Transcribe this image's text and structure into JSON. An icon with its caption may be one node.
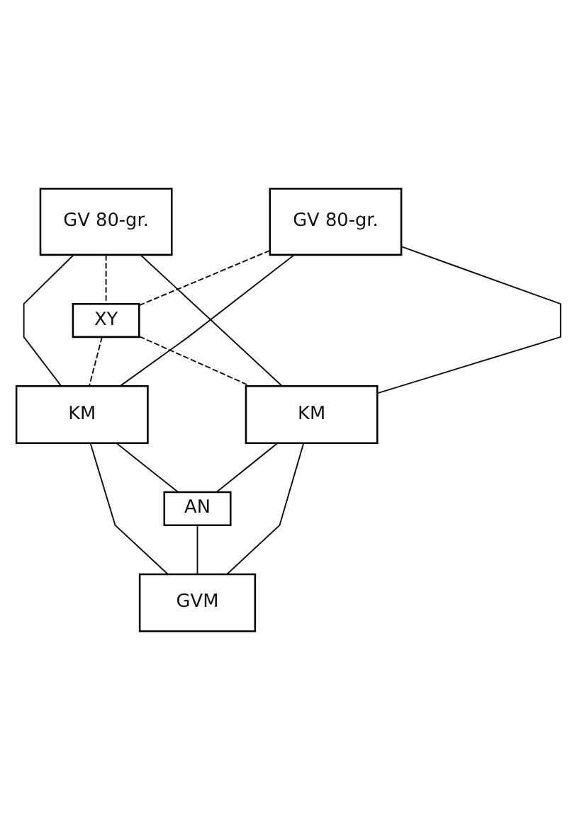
{
  "diagram": {
    "nodes": [
      {
        "text": [
          "GV 80-gr."
        ]
      },
      {
        "text": [
          "GV 80-gr."
        ]
      },
      {
        "text": [
          "XY"
        ]
      },
      {
        "text": [
          "KM"
        ]
      },
      {
        "text": [
          "KM"
        ]
      },
      {
        "text": [
          "AN"
        ]
      },
      {
        "text": [
          "GVM"
        ]
      }
    ],
    "edges": [
      {
        "from": 0,
        "to": 3,
        "arrow": "none"
      },
      {
        "from": 0,
        "to": 4,
        "arrow": "none"
      },
      {
        "from": 1,
        "to": 4,
        "arrow": "none"
      },
      {
        "from": 1,
        "to": 3,
        "arrow": "none"
      },
      {
        "from": 0,
        "to": 2,
        "arrow": "none",
        "style": "dashed"
      },
      {
        "from": 1,
        "to": 2,
        "arrow": "none",
        "style": "dashed"
      },
      {
        "from": 2,
        "to": 3,
        "arrow": "none",
        "style": "dashed"
      },
      {
        "from": 2,
        "to": 4,
        "arrow": "none",
        "style": "dashed"
      },
      {
        "from": 3,
        "to": 5,
        "arrow": "none"
      },
      {
        "from": 4,
        "to": 5,
        "arrow": "none"
      },
      {
        "from": 3,
        "to": 6,
        "arrow": "none"
      },
      {
        "from": 4,
        "to": 6,
        "arrow": "none"
      },
      {
        "from": 5,
        "to": 6,
        "arrow": "none"
      }
    ]
  }
}
